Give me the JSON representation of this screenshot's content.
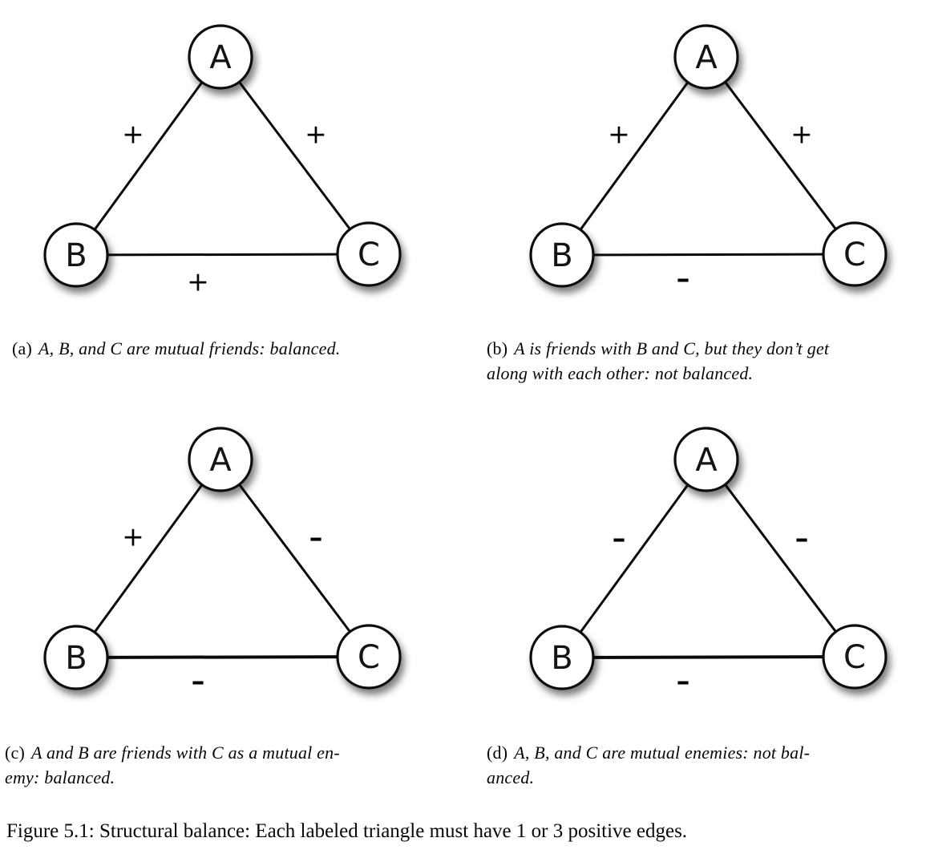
{
  "figure": {
    "caption": "Figure 5.1: Structural balance: Each labeled triangle must have 1 or 3 positive edges."
  },
  "panels": [
    {
      "label": "(a)",
      "caption_lines": [
        "A, B, and C are mutual friends: balanced."
      ],
      "nodes": {
        "top": "A",
        "left": "B",
        "right": "C"
      },
      "signs": {
        "left": "+",
        "right": "+",
        "bottom": "+"
      }
    },
    {
      "label": "(b)",
      "caption_lines": [
        "A is friends with B and C, but they don’t get",
        "along with each other: not balanced."
      ],
      "nodes": {
        "top": "A",
        "left": "B",
        "right": "C"
      },
      "signs": {
        "left": "+",
        "right": "+",
        "bottom": "-"
      }
    },
    {
      "label": "(c)",
      "caption_lines": [
        "A and B are friends with C as a mutual en-",
        "emy: balanced."
      ],
      "nodes": {
        "top": "A",
        "left": "B",
        "right": "C"
      },
      "signs": {
        "left": "+",
        "right": "-",
        "bottom": "-"
      }
    },
    {
      "label": "(d)",
      "caption_lines": [
        "A, B, and C are mutual enemies: not bal-",
        "anced."
      ],
      "nodes": {
        "top": "A",
        "left": "B",
        "right": "C"
      },
      "signs": {
        "left": "-",
        "right": "-",
        "bottom": "-"
      }
    }
  ],
  "colors": {
    "background": "#ffffff",
    "stroke": "#0a0a0a",
    "node_fill": "#ffffff",
    "shadow": "rgba(0,0,0,0.5)"
  }
}
